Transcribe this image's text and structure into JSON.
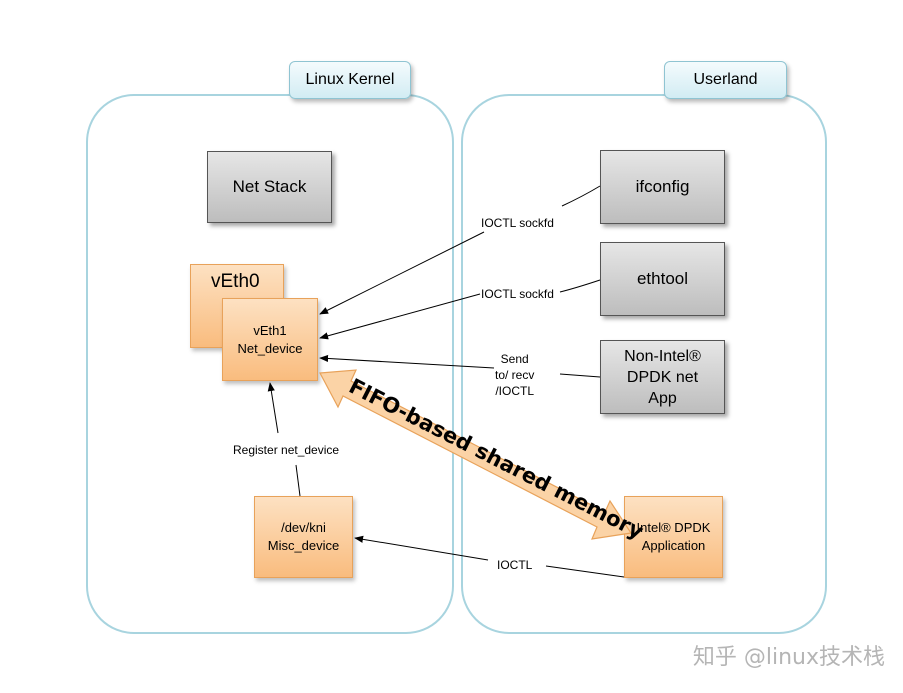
{
  "regions": {
    "kernel_title": "Linux Kernel",
    "user_title": "Userland"
  },
  "boxes": {
    "net_stack": "Net Stack",
    "veth0": "vEth0",
    "veth1_line1": "vEth1",
    "veth1_line2": "Net_device",
    "kni_line1": "/dev/kni",
    "kni_line2": "Misc_device",
    "ifconfig": "ifconfig",
    "ethtool": "ethtool",
    "nonintel_line1": "Non-Intel®",
    "nonintel_line2": "DPDK net",
    "nonintel_line3": "App",
    "dpdk_line1": "Intel® DPDK",
    "dpdk_line2": "Application"
  },
  "labels": {
    "ioctl_sockfd_1": "IOCTL sockfd",
    "ioctl_sockfd_2": "IOCTL sockfd",
    "send_line1": "Send",
    "send_line2": "to/ recv",
    "send_line3": "/IOCTL",
    "register": "Register net_device",
    "ioctl": "IOCTL",
    "fifo": "FIFO-based shared memory"
  },
  "watermark": "知乎 @linux技术栈",
  "colors": {
    "region_border": "#a8d4df",
    "orange_box": "#f9bc7e",
    "gray_box": "#c8c8c8",
    "fifo_arrow": "#fbd3a6"
  }
}
